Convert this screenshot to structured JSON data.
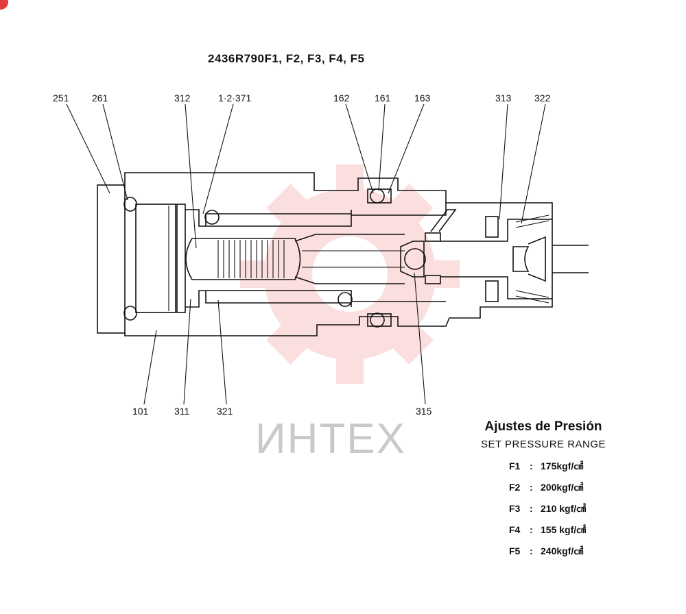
{
  "title": "2436R790F1, F2, F3, F4, F5",
  "watermark": {
    "text": "ИНТЕХ",
    "color": "#f28b8b"
  },
  "part_labels": {
    "top": [
      "251",
      "261",
      "312",
      "1·2·371",
      "162",
      "161",
      "163",
      "313",
      "322"
    ],
    "bottom": [
      "101",
      "311",
      "321",
      "315"
    ]
  },
  "pressure": {
    "heading": "Ajustes de Presión",
    "subheading": "SET PRESSURE RANGE",
    "settings": [
      {
        "code": "F1",
        "separator": ":",
        "value": "175kgf/㎠"
      },
      {
        "code": "F2",
        "separator": ":",
        "value": "200kgf/㎠"
      },
      {
        "code": "F3",
        "separator": ":",
        "value": "210 kgf/㎠"
      },
      {
        "code": "F4",
        "separator": ":",
        "value": "155 kgf/㎠"
      },
      {
        "code": "F5",
        "separator": ":",
        "value": "240kgf/㎠"
      }
    ]
  }
}
